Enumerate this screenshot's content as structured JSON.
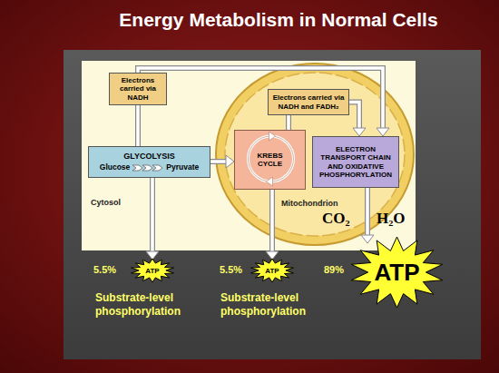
{
  "diagram": {
    "title": "Energy Metabolism in Normal Cells",
    "nodes": [
      {
        "text": [
          "Cytosol"
        ]
      },
      {
        "text": [
          "Mitochondrion"
        ],
        "in": 0
      },
      {
        "text": [
          "Electrons carried via NADH"
        ],
        "in": 0
      },
      {
        "text": [
          "GLYCOLYSIS",
          "Glucose",
          "Pyruvate"
        ],
        "in": 0
      },
      {
        "text": [
          "KREBS CYCLE"
        ],
        "in": 1
      },
      {
        "text": [
          "Electrons carried via NADH and FADH₂"
        ],
        "in": 1
      },
      {
        "text": [
          "ELECTRON TRANSPORT CHAIN AND OXIDATIVE PHOSPHORYLATION"
        ],
        "in": 1
      },
      {
        "text": [
          "ATP"
        ]
      },
      {
        "text": [
          "ATP"
        ]
      },
      {
        "text": [
          "ATP"
        ]
      }
    ],
    "edges": [
      {
        "from": 3,
        "to": 2,
        "arrow": "none"
      },
      {
        "from": 2,
        "to": 6,
        "arrow": "to"
      },
      {
        "from": 4,
        "to": 5,
        "arrow": "none"
      },
      {
        "from": 5,
        "to": 6,
        "arrow": "to"
      },
      {
        "from": 3,
        "to": 4,
        "arrow": "to"
      },
      {
        "from": 3,
        "to": 7,
        "arrow": "to"
      },
      {
        "from": 4,
        "to": 8,
        "arrow": "to"
      },
      {
        "from": 6,
        "to": 9,
        "arrow": "to"
      }
    ],
    "labels": [
      "CO₂",
      "H₂O",
      "5.5%",
      "5.5%",
      "89%",
      "Substrate-level phosphorylation",
      "Substrate-level phosphorylation"
    ]
  }
}
